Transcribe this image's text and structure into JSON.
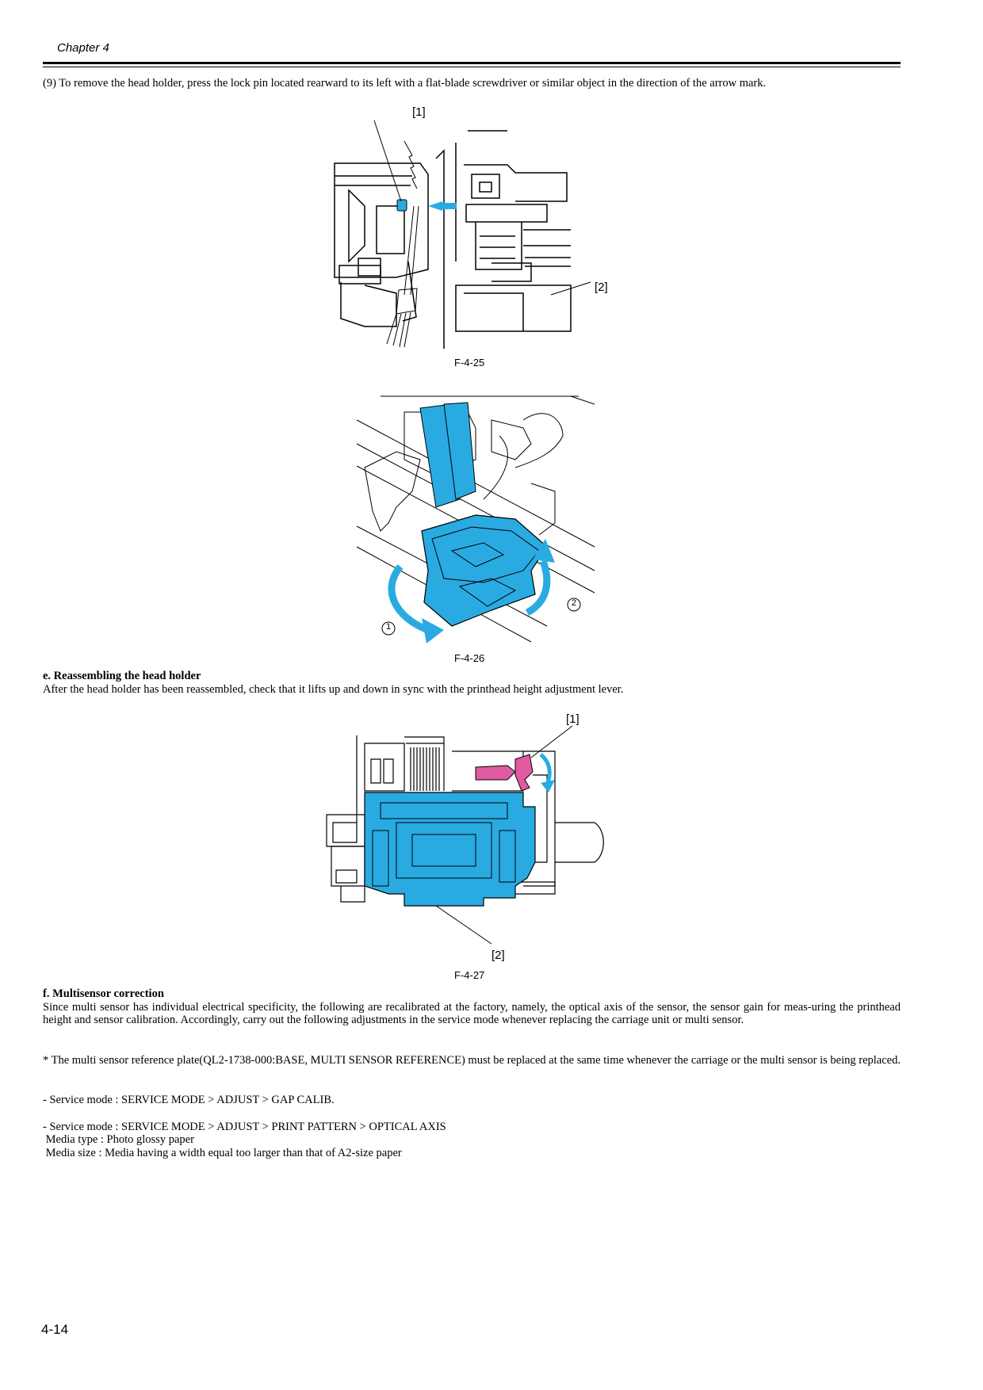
{
  "header": {
    "chapter": "Chapter 4"
  },
  "steps": {
    "step9": "(9) To remove the head holder, press the lock pin located rearward to its left with a flat-blade screwdriver or similar object in the direction of the arrow mark."
  },
  "figures": {
    "f25": {
      "caption": "F-4-25",
      "callout1": "[1]",
      "callout2": "[2]"
    },
    "f26": {
      "caption": "F-4-26",
      "marker1": "1",
      "marker2": "2"
    },
    "f27": {
      "caption": "F-4-27",
      "callout1": "[1]",
      "callout2": "[2]"
    }
  },
  "section_e": {
    "heading": "e. Reassembling the head holder",
    "text": "After the head holder has been reassembled, check that it lifts up and down in sync with the printhead height adjustment lever."
  },
  "section_f": {
    "heading": "f. Multisensor correction",
    "para1": "Since multi sensor has individual electrical specificity, the following are recalibrated at the factory, namely, the optical axis of the sensor, the sensor gain for meas-uring the printhead height and sensor calibration. Accordingly, carry out the following adjustments in the service mode whenever replacing the carriage unit or multi sensor.",
    "para2": "* The multi sensor reference plate(QL2-1738-000:BASE, MULTI SENSOR REFERENCE) must be replaced at the same time whenever the carriage or the multi sensor is being replaced.",
    "mode1": "- Service mode : SERVICE MODE > ADJUST > GAP CALIB.",
    "mode2": "- Service mode : SERVICE MODE > ADJUST > PRINT PATTERN > OPTICAL AXIS",
    "media_type": " Media type : Photo glossy paper",
    "media_size": " Media size : Media having a width equal too larger than that of A2-size paper"
  },
  "footer": {
    "page": "4-14"
  },
  "colors": {
    "accent_blue": "#29abe2",
    "accent_pink": "#e05aa0"
  }
}
